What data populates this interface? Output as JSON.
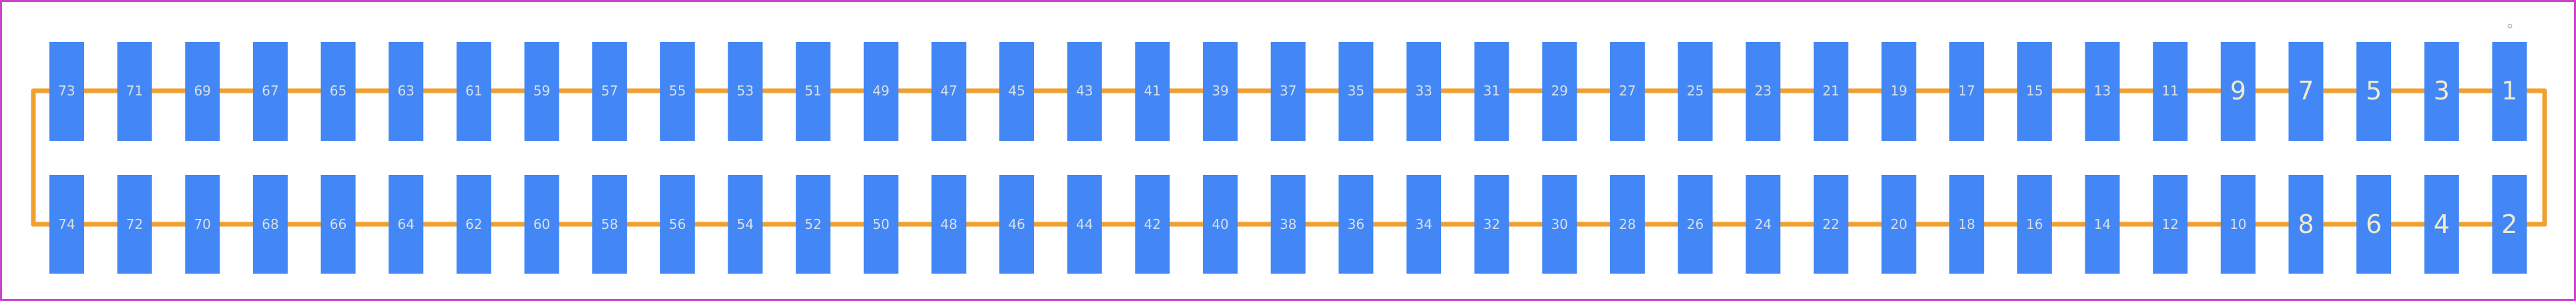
{
  "colors": {
    "background": "#ffffff",
    "pad": "#4287f5",
    "outline": "#f0a030",
    "pad_label": "#d8dfe8",
    "large_label": "#f0ead0",
    "frame": "#cc44cc",
    "pin1_marker": "#a8b8c8"
  },
  "marker": {
    "text": "°"
  },
  "pins": {
    "top_row": [
      "73",
      "71",
      "69",
      "67",
      "65",
      "63",
      "61",
      "59",
      "57",
      "55",
      "53",
      "51",
      "49",
      "47",
      "45",
      "43",
      "41",
      "39",
      "37",
      "35",
      "33",
      "31",
      "29",
      "27",
      "25",
      "23",
      "21",
      "19",
      "17",
      "15",
      "13",
      "11",
      "9",
      "7",
      "5",
      "3",
      "1"
    ],
    "bottom_row": [
      "74",
      "72",
      "70",
      "68",
      "66",
      "64",
      "62",
      "60",
      "58",
      "56",
      "54",
      "52",
      "50",
      "48",
      "46",
      "44",
      "42",
      "40",
      "38",
      "36",
      "34",
      "32",
      "30",
      "28",
      "26",
      "24",
      "22",
      "20",
      "18",
      "16",
      "14",
      "12",
      "10",
      "8",
      "6",
      "4",
      "2"
    ],
    "large_labels": [
      "1",
      "2",
      "3",
      "4",
      "5",
      "6",
      "7",
      "8",
      "9"
    ]
  }
}
